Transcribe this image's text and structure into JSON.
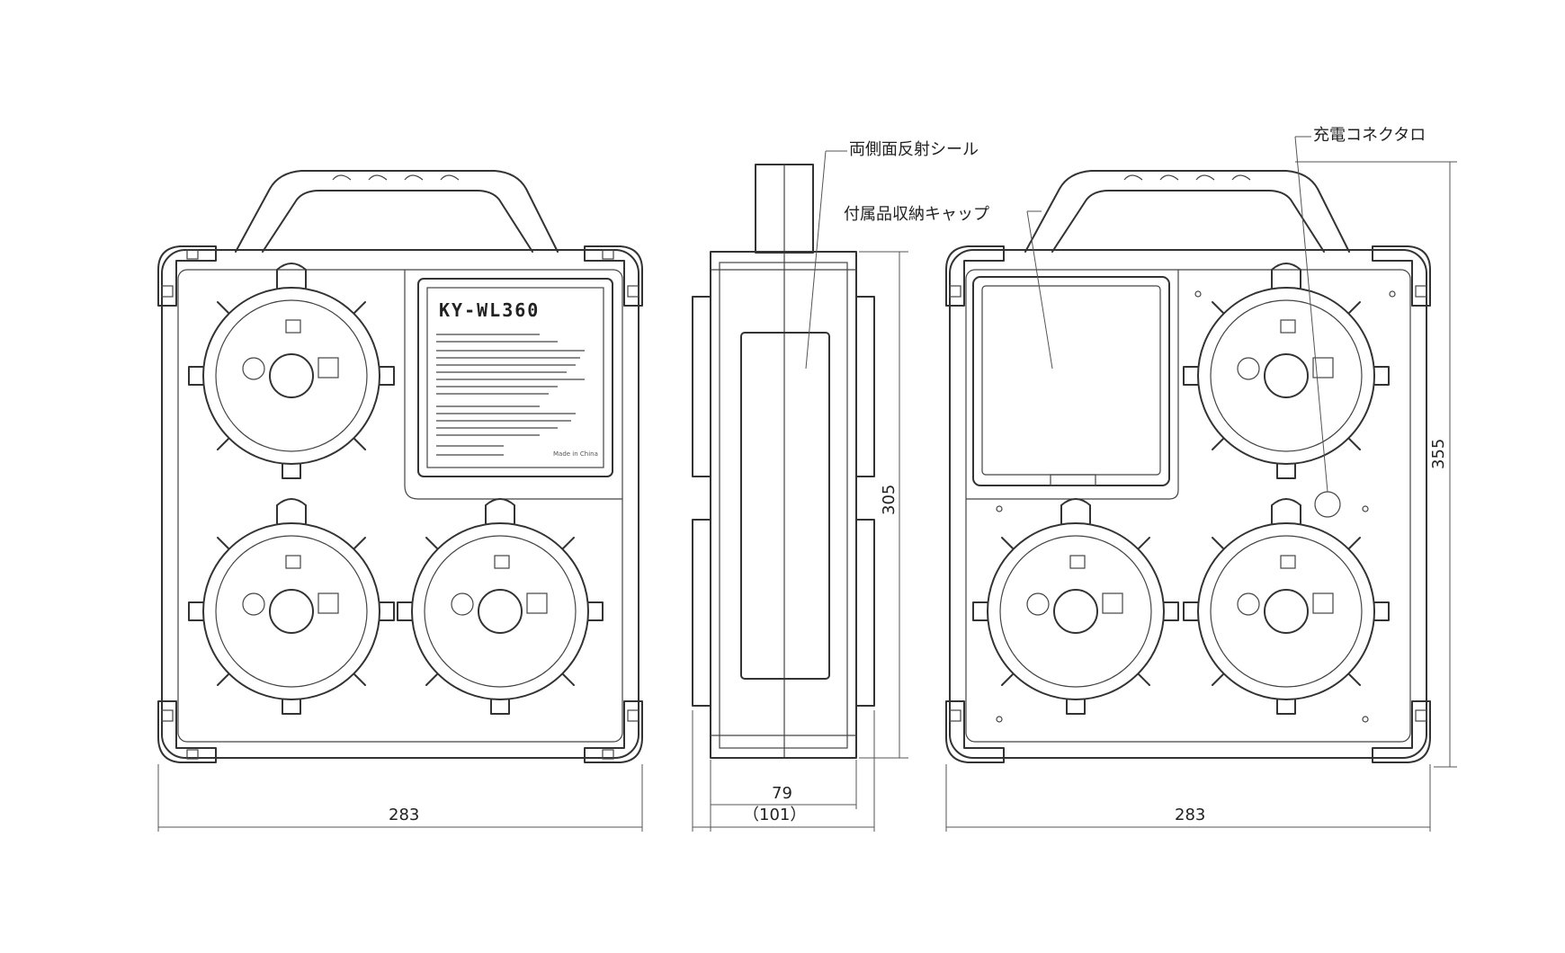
{
  "drawing": {
    "labels": {
      "side_reflector_seal": "両側面反射シール",
      "accessory_cap_storage": "付属品収納キャップ",
      "charging_connector": "充電コネクタロ"
    },
    "product_label": {
      "model": "KY-WL360",
      "made_in": "Made in China"
    },
    "dimensions": {
      "front_width": "283",
      "side_depth": "79",
      "side_depth_overall": "（101）",
      "side_height": "305",
      "back_width": "283",
      "overall_height": "355"
    }
  }
}
